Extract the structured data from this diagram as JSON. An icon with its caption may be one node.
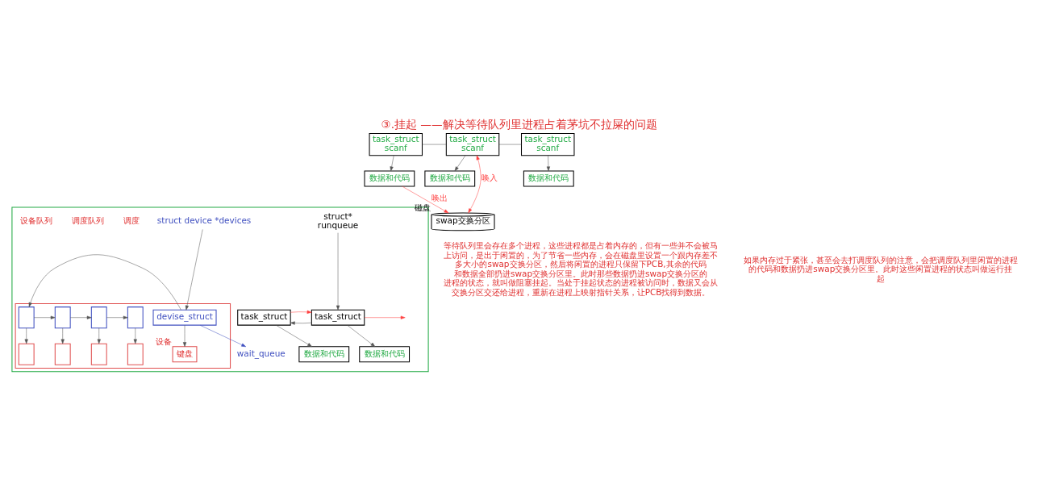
{
  "diagram": {
    "title": "③.挂起 ——解决等待队列里进程占着茅坑不拉屎的问题",
    "nodes": [
      {
        "text": [],
        "shape": "box"
      },
      {
        "text": [
          "struct*",
          "runqueue"
        ],
        "in": 0
      },
      {
        "text": [
          "task_struct"
        ],
        "in": 0
      },
      {
        "text": [
          "task_struct"
        ],
        "in": 0
      },
      {
        "text": [
          "数据和代码"
        ],
        "in": 0
      },
      {
        "text": [
          "数据和代码"
        ],
        "in": 0
      },
      {
        "text": [],
        "shape": "box",
        "in": 0
      },
      {
        "text": [
          "devise_struct"
        ],
        "in": 6
      },
      {
        "text": [],
        "shape": "box",
        "in": 6
      },
      {
        "text": [],
        "shape": "box",
        "in": 6
      },
      {
        "text": [],
        "shape": "box",
        "in": 6
      },
      {
        "text": [],
        "shape": "box",
        "in": 6
      },
      {
        "text": [
          "键盘"
        ],
        "beside": [
          "设备"
        ],
        "in": 6
      },
      {
        "text": [],
        "shape": "box",
        "in": 6
      },
      {
        "text": [],
        "shape": "box",
        "in": 6
      },
      {
        "text": [],
        "shape": "box",
        "in": 6
      },
      {
        "text": [],
        "shape": "box",
        "in": 6
      },
      {
        "text": [
          "struct device *devices"
        ],
        "in": 0
      },
      {
        "text": [
          "wait_queue"
        ],
        "in": 0
      },
      {
        "text": [
          "task_struct",
          "scanf"
        ]
      },
      {
        "text": [
          "task_struct",
          "scanf"
        ]
      },
      {
        "text": [
          "task_struct",
          "scanf"
        ]
      },
      {
        "text": [
          "数据和代码"
        ]
      },
      {
        "text": [
          "数据和代码"
        ]
      },
      {
        "text": [
          "数据和代码"
        ]
      },
      {
        "text": [
          "swap交换分区"
        ],
        "beside": [
          "磁盘"
        ]
      }
    ],
    "edges": [
      {
        "from": 1,
        "to": 2,
        "arrow": "to"
      },
      {
        "from": 2,
        "to": 3,
        "arrow": "to"
      },
      {
        "from": 3,
        "to": 2,
        "arrow": "to",
        "color": "#ff4040"
      },
      {
        "from": 2,
        "to": null,
        "arrow": "to",
        "color": "#ff4040"
      },
      {
        "from": 2,
        "to": 4,
        "arrow": "to"
      },
      {
        "from": 3,
        "to": 5,
        "arrow": "to"
      },
      {
        "from": 17,
        "to": 7,
        "arrow": "to"
      },
      {
        "from": 7,
        "to": 8,
        "arrow": "to"
      },
      {
        "from": 8,
        "to": 9,
        "arrow": "to"
      },
      {
        "from": 9,
        "to": 10,
        "arrow": "to"
      },
      {
        "from": 10,
        "to": 11,
        "arrow": "to"
      },
      {
        "from": 7,
        "to": 12,
        "arrow": "to"
      },
      {
        "from": 8,
        "to": 13,
        "arrow": "to"
      },
      {
        "from": 9,
        "to": 14,
        "arrow": "to"
      },
      {
        "from": 10,
        "to": 15,
        "arrow": "to"
      },
      {
        "from": 11,
        "to": 16,
        "arrow": "to"
      },
      {
        "from": 7,
        "to": 18,
        "arrow": "to",
        "color": "#4050c0"
      },
      {
        "from": 19,
        "to": 20,
        "arrow": "none"
      },
      {
        "from": 20,
        "to": 21,
        "arrow": "none"
      },
      {
        "from": 19,
        "to": 22,
        "arrow": "to"
      },
      {
        "from": 20,
        "to": 23,
        "arrow": "to"
      },
      {
        "from": 21,
        "to": 24,
        "arrow": "to"
      },
      {
        "from": 25,
        "to": 20,
        "arrow": "both",
        "label": "唤入",
        "color": "#ff4040"
      },
      {
        "from": 22,
        "to": 25,
        "arrow": "to",
        "label": "唤出",
        "color": "#ff4040"
      }
    ],
    "labels": [
      "调度",
      "调度队列",
      "设备队列",
      "等待队列里会存在多个进程，这些进程都是占着内存的，但有一些并不会被马上访问，是出于闲置的，为了节省一些内存，会在磁盘里设置一个跟内存差不多大小的swap交换分区，然后将闲置的进程只保留下PCB,其余的代码和数据全部扔进swap交换分区里。此时那些数据扔进swap交换分区的进程的状态，就叫做阻塞挂起。当处于挂起状态的进程被访问时，数据又会从交换分区交还给进程，重新在进程上映射指针关系，让PCB找得到数据。",
      "如果内存过于紧张，甚至会去打调度队列的注意，会把调度队列里闲置的进程的代码和数据扔进swap交换分区里。此时这些闲置进程的状态叫做运行挂起"
    ]
  }
}
